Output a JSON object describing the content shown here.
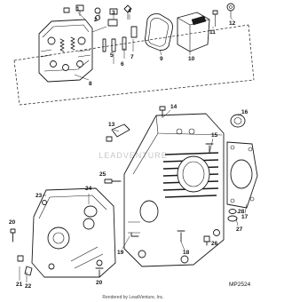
{
  "callouts": [
    "1",
    "2",
    "3",
    "4",
    "5",
    "6",
    "7",
    "8",
    "9",
    "10",
    "11",
    "12",
    "13",
    "14",
    "15",
    "16",
    "17",
    "18",
    "19",
    "20",
    "21",
    "22",
    "23",
    "24",
    "25",
    "26",
    "27",
    "28"
  ],
  "reference_code": "MP2524",
  "credit": "Rendered by LeadVenture, Inc.",
  "watermark": "LEADVENTURE"
}
